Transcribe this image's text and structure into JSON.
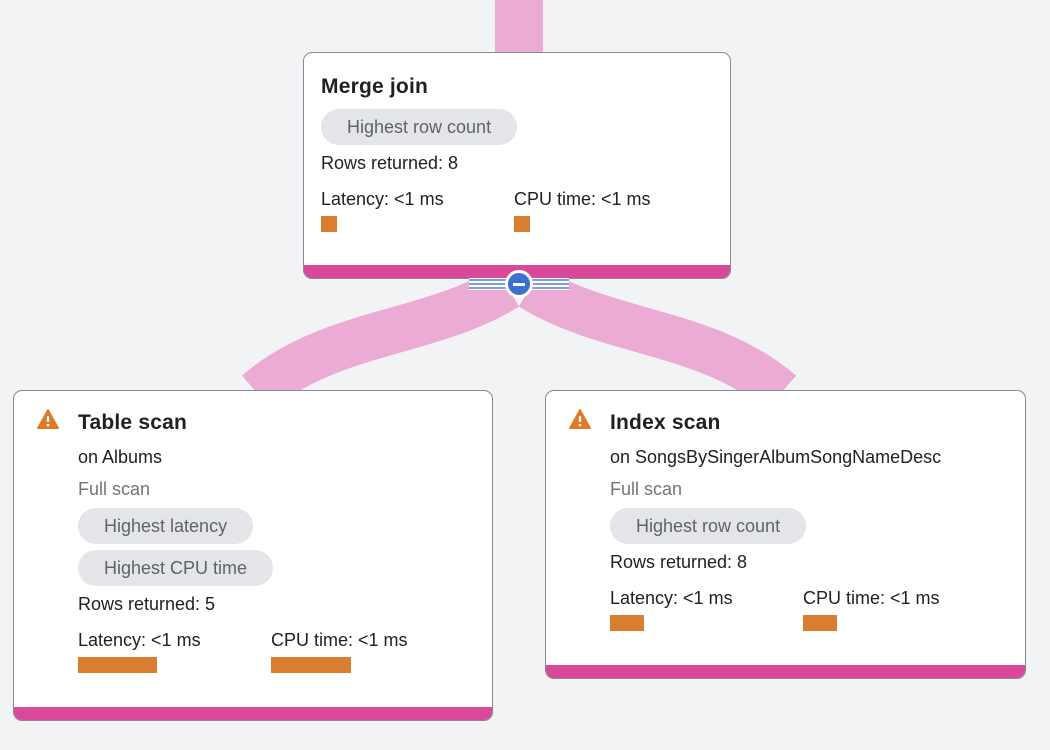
{
  "diagram": {
    "background_color": "#f1f3f4",
    "edge_color": "#ecabd4",
    "accent_bar_color": "#d9499b",
    "metric_bar_color": "#d97e31",
    "warning_icon_color": "#df7a26",
    "badge_bg_color": "#e4e5e8",
    "collapse_button_color": "#3b6fd0",
    "icons": {
      "warning": "warning-triangle-icon",
      "collapse": "minus-circle-icon"
    }
  },
  "nodes": {
    "merge_join": {
      "title": "Merge join",
      "badges": [
        "Highest row count"
      ],
      "rows_returned": "Rows returned: 8",
      "latency": {
        "label": "Latency: <1 ms",
        "bar_style": "width:16px"
      },
      "cpu": {
        "label": "CPU time: <1 ms",
        "bar_style": "width:16px"
      }
    },
    "table_scan": {
      "title": "Table scan",
      "subtitle": "on Albums",
      "scan_type": "Full scan",
      "badges": [
        "Highest latency",
        "Highest CPU time"
      ],
      "rows_returned": "Rows returned: 5",
      "latency": {
        "label": "Latency: <1 ms",
        "bar_style": "width:79px"
      },
      "cpu": {
        "label": "CPU time: <1 ms",
        "bar_style": "width:80px"
      }
    },
    "index_scan": {
      "title": "Index scan",
      "subtitle": "on SongsBySingerAlbumSongNameDesc",
      "scan_type": "Full scan",
      "badges": [
        "Highest row count"
      ],
      "rows_returned": "Rows returned: 8",
      "latency": {
        "label": "Latency: <1 ms",
        "bar_style": "width:34px"
      },
      "cpu": {
        "label": "CPU time: <1 ms",
        "bar_style": "width:34px"
      }
    }
  }
}
